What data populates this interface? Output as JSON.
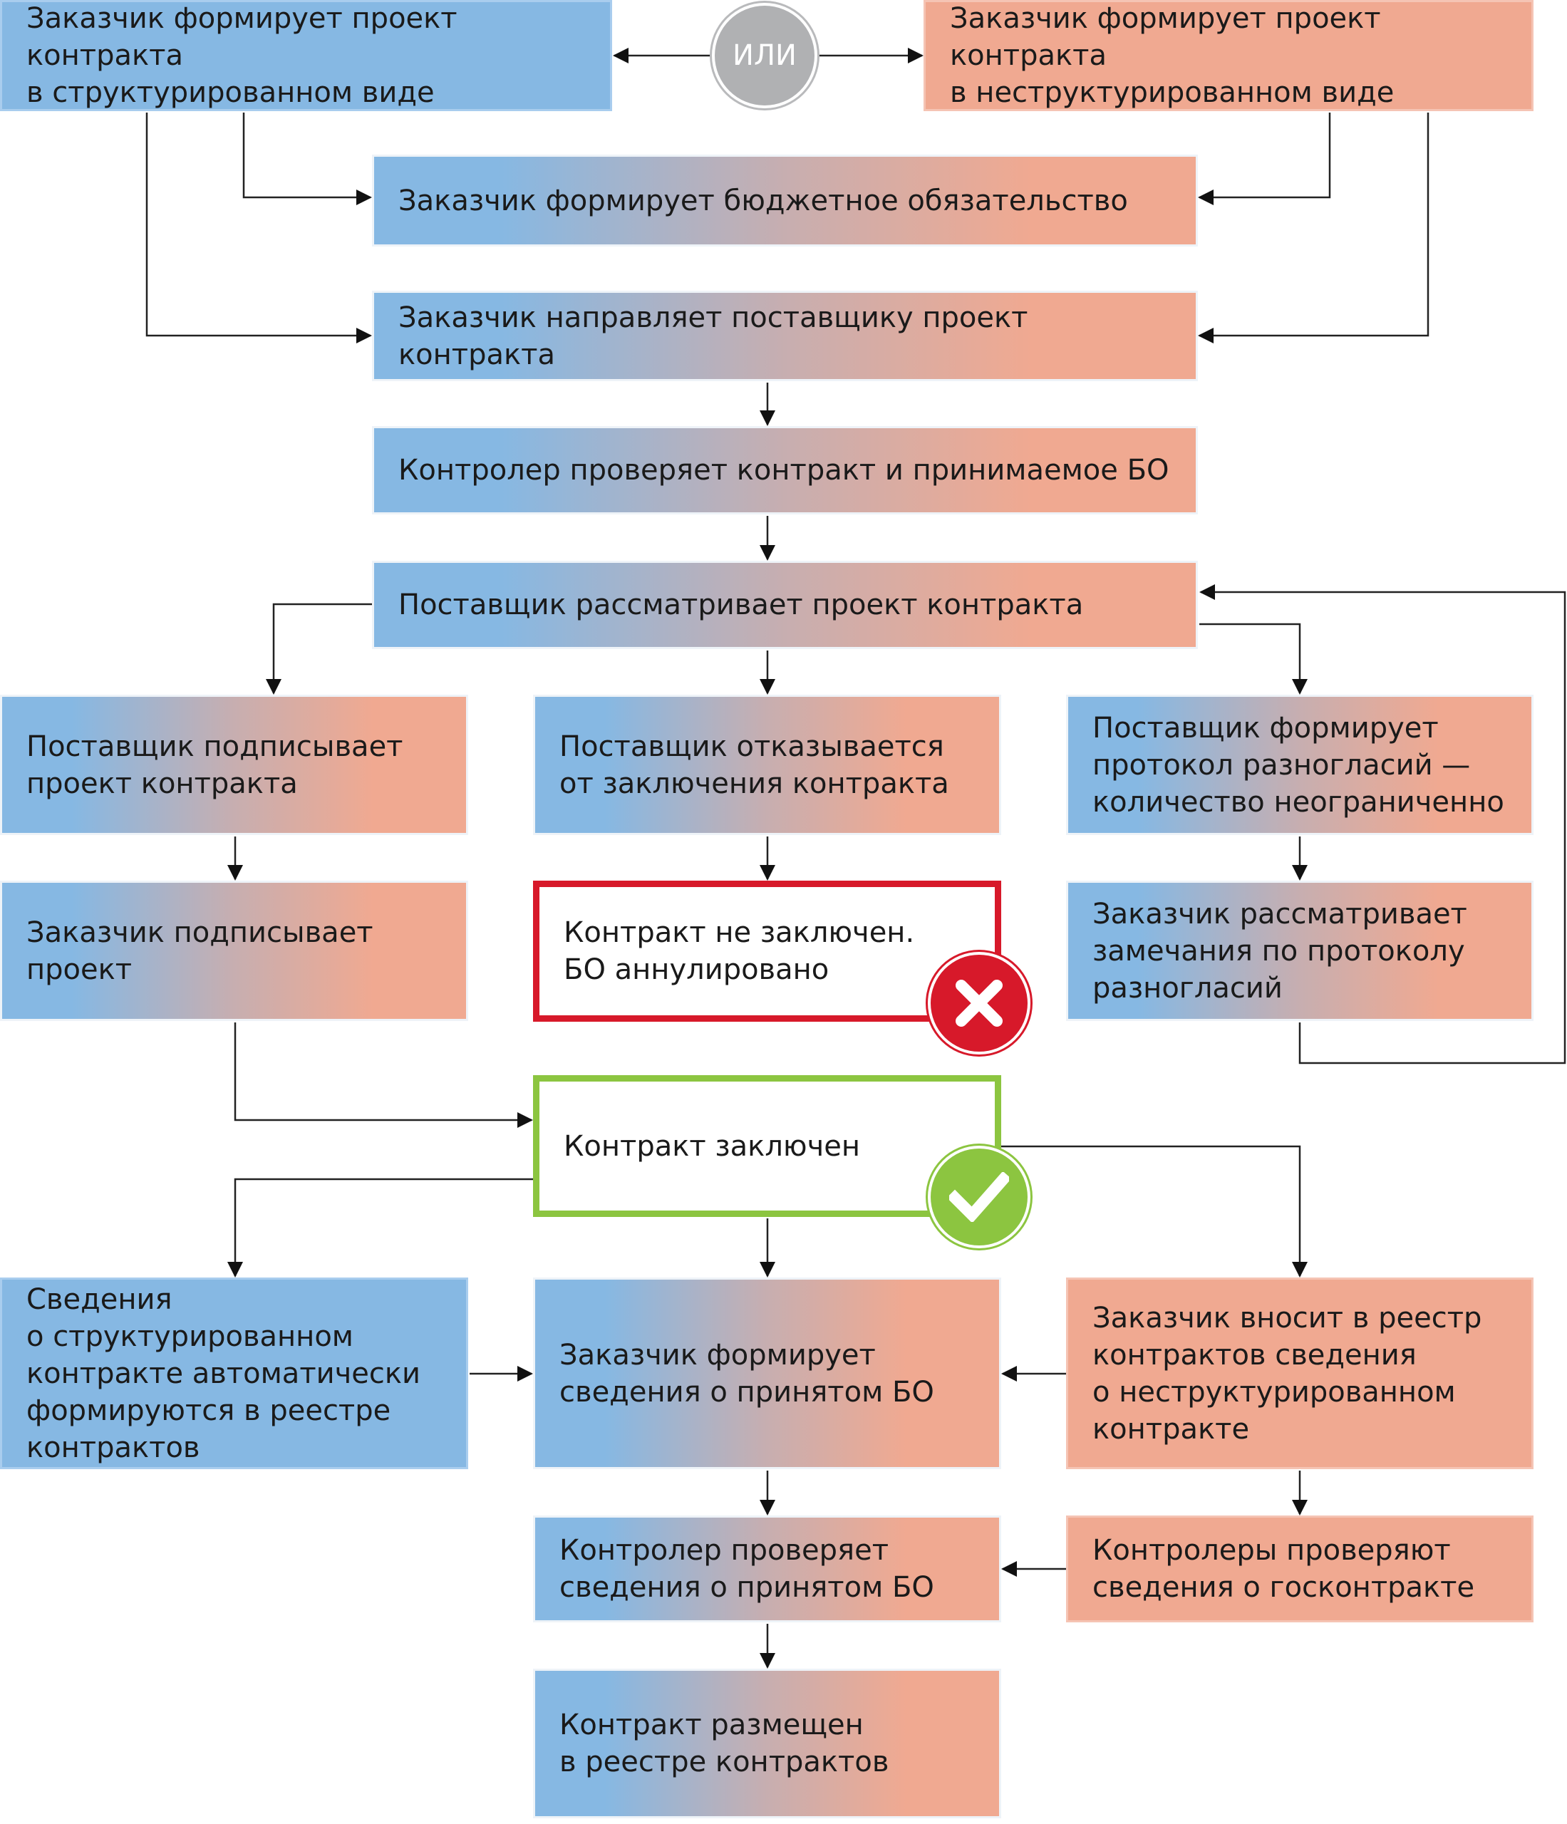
{
  "diagram": {
    "colors": {
      "structured": "#86b8e3",
      "unstructured": "#f0a991",
      "rejected": "#d7192a",
      "concluded": "#8cc540",
      "or_node": "#b0b1b3"
    },
    "or_node": {
      "label": "ИЛИ"
    },
    "nodes": {
      "structured_draft": "Заказчик формирует проект контракта\nв структурированном виде",
      "unstructured_draft": "Заказчик формирует проект контракта\nв неструктурированном виде",
      "budget_obligation": "Заказчик формирует бюджетное обязательство",
      "send_to_supplier": "Заказчик направляет поставщику проект контракта",
      "controller_check": "Контролер проверяет контракт и принимаемое БО",
      "supplier_reviews": "Поставщик рассматривает проект контракта",
      "supplier_signs": "Поставщик подписывает\nпроект контракта",
      "supplier_refuses": "Поставщик отказывается\nот заключения контракта",
      "disagreement_protocol": "Поставщик формирует\nпротокол разногласий —\nколичество неограниченно",
      "customer_signs": "Заказчик подписывает\nпроект",
      "not_concluded": "Контракт не заключен.\nБО аннулировано",
      "customer_reviews_remarks": "Заказчик рассматривает\nзамечания по протоколу\nразногласий",
      "concluded": "Контракт заключен",
      "structured_registry_auto": "Сведения\nо структурированном\nконтракте автоматически\nформируются в реестре\nконтрактов",
      "customer_accepted_bo": "Заказчик формирует\nсведения о принятом БО",
      "customer_registry_unstructured": "Заказчик вносит в реестр\nконтрактов сведения\nо неструктурированном\nконтракте",
      "controller_checks_bo_info": "Контролер проверяет\nсведения о принятом БО",
      "controllers_check_gov_contract": "Контролеры проверяют\nсведения о госконтракте",
      "contract_published": "Контракт размещен\nв реестре контрактов"
    },
    "icons": {
      "rejected": "cross-icon",
      "concluded": "checkmark-icon"
    }
  }
}
